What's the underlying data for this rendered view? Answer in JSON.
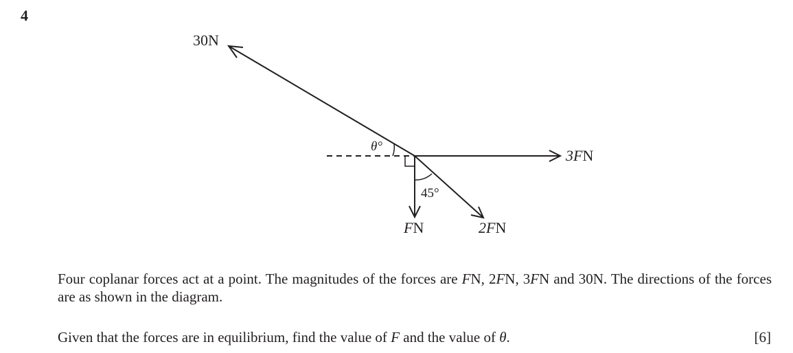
{
  "question": {
    "number": "4",
    "marks": "[6]"
  },
  "diagram": {
    "labels": {
      "force_30": "30N",
      "force_3F_var": "3F",
      "force_3F_unit": "N",
      "force_F_var": "F",
      "force_F_unit": "N",
      "force_2F_var": "2F",
      "force_2F_unit": "N",
      "angle_theta": "θ°",
      "angle_45": "45°"
    }
  },
  "text": {
    "p1_a": "Four coplanar forces act at a point. The magnitudes of the forces are ",
    "p1_F1": "F",
    "p1_b": "N, 2",
    "p1_F2": "F",
    "p1_c": "N, 3",
    "p1_F3": "F",
    "p1_d": "N and 30N. The directions of the forces are as shown in the diagram.",
    "p2_a": "Given that the forces are in equilibrium, find the value of ",
    "p2_F": "F",
    "p2_b": " and the value of ",
    "p2_theta": "θ",
    "p2_c": "."
  }
}
